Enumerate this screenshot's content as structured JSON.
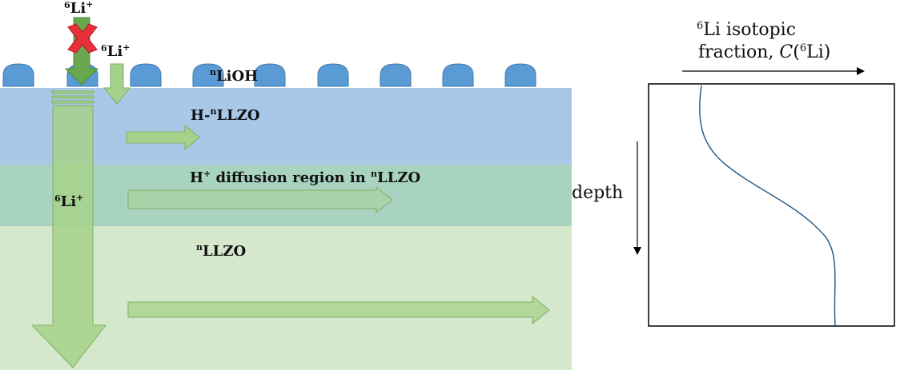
{
  "labels": {
    "li6_top_base": "Li",
    "li6_top_pre": "6",
    "li6_top_post": "+",
    "li6_side_base": "Li",
    "li6_side_pre": "6",
    "li6_side_post": "+",
    "lioh_pre": "n",
    "lioh_base": "LiOH",
    "hllzo_a": "H-",
    "hllzo_pre": "n",
    "hllzo_b": "LLZO",
    "diffusion_a": "H",
    "diffusion_sup": "+",
    "diffusion_b": " diffusion region in ",
    "diffusion_pre": "n",
    "diffusion_c": "LLZO",
    "li6_bulk_pre": "6",
    "li6_bulk_base": "Li",
    "li6_bulk_post": "+",
    "llzo_pre": "n",
    "llzo_base": "LLZO"
  },
  "plot": {
    "title_line1_pre": "6",
    "title_line1_base": "Li isotopic",
    "title_line2_a": "fraction, ",
    "title_line2_c": "C",
    "title_line2_b": "(",
    "title_line2_pre": "6",
    "title_line2_d": "Li)",
    "depth_label": "depth"
  },
  "colors": {
    "top_layer": "#a9c8e8",
    "middle_layer": "#a9d3c1",
    "bottom_layer": "#d5e8cb",
    "bump": "#5b9bd5",
    "arrow_fill": "#a6d18a",
    "arrow_stroke": "#7faf66",
    "cross": "#e8303a",
    "curve": "#2e5f8a"
  }
}
